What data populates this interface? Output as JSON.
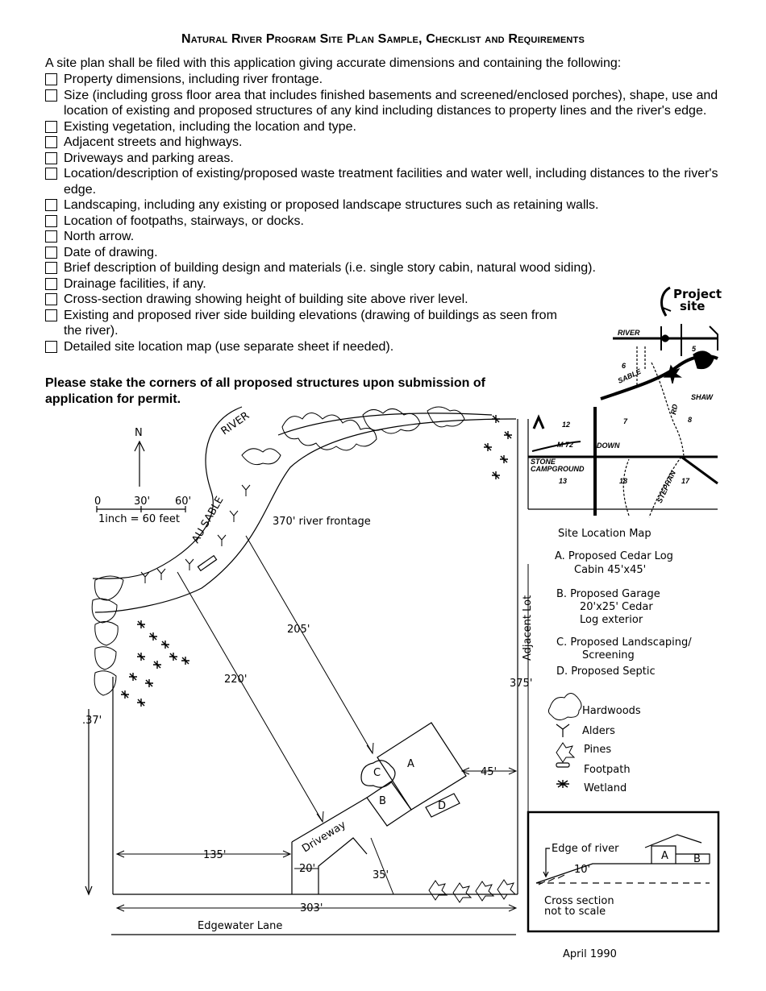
{
  "title": "Natural River Program Site Plan Sample, Checklist and Requirements",
  "intro": "A site plan shall be filed with this application giving accurate dimensions and containing the following:",
  "checklist": [
    "Property dimensions, including river frontage.",
    "Size (including gross floor area that includes finished basements and screened/enclosed porches), shape, use and location of existing and proposed structures of any kind including distances to property lines and the river's edge.",
    "Existing vegetation, including the location and type.",
    "Adjacent streets and highways.",
    "Driveways and parking areas.",
    "Location/description of existing/proposed waste treatment facilities and water well, including distances to the river's edge.",
    "Landscaping, including any existing or proposed landscape structures such as retaining walls.",
    "Location of footpaths, stairways, or docks.",
    "North arrow.",
    "Date of drawing.",
    "Brief description of building design and materials (i.e. single story cabin, natural wood siding).",
    "Drainage facilities, if any.",
    "Cross-section drawing showing height of building site above river level.",
    "Existing and proposed river side building elevations (drawing of buildings as seen from the river).",
    "Detailed site location map (use separate sheet if needed)."
  ],
  "note": "Please stake the corners of all proposed structures upon submission of application for permit.",
  "plan": {
    "north": "N",
    "scale_ticks": [
      "0",
      "30'",
      "60'"
    ],
    "scale_text": "1inch = 60 feet",
    "river_word": "RIVER",
    "river_name": "AU SABLE",
    "river_frontage": "370' river frontage",
    "dim_205": "205'",
    "dim_220": "220'",
    "dim_375": "375'",
    "dim_37": ".37'",
    "dim_45": "45'",
    "dim_135": "135'",
    "dim_20": "20'",
    "dim_35": "35'",
    "dim_303": "303'",
    "adjacent_lot": "Adjacent Lot",
    "driveway": "Driveway",
    "street": "Edgewater Lane",
    "label_a": "A",
    "label_b": "B",
    "label_c": "C",
    "label_d": "D",
    "date": "April 1990"
  },
  "location_map": {
    "project_site": [
      "Project",
      "site"
    ],
    "labels": [
      "RIVER",
      "SABLE",
      "SHAW",
      "M 72",
      "DOWN",
      "STONE",
      "CAMPGROUND",
      "RD",
      "STEPHAN"
    ],
    "sections": [
      "6",
      "5",
      "7",
      "8",
      "12",
      "13",
      "18",
      "17"
    ]
  },
  "legend": {
    "title": "Site Location Map",
    "items": [
      [
        "A. Proposed Cedar Log",
        "Cabin 45'x45'"
      ],
      [
        "B. Proposed Garage",
        "20'x25' Cedar",
        "Log exterior"
      ],
      [
        "C. Proposed Landscaping/",
        "Screening"
      ],
      [
        "D. Proposed Septic"
      ]
    ],
    "symbols": [
      "Hardwoods",
      "Alders",
      "Pines",
      "Footpath",
      "Wetland"
    ]
  },
  "cross_section": {
    "edge": "Edge of river",
    "dim": "10'",
    "a": "A",
    "b": "B",
    "caption1": "Cross section",
    "caption2": "not to scale"
  }
}
